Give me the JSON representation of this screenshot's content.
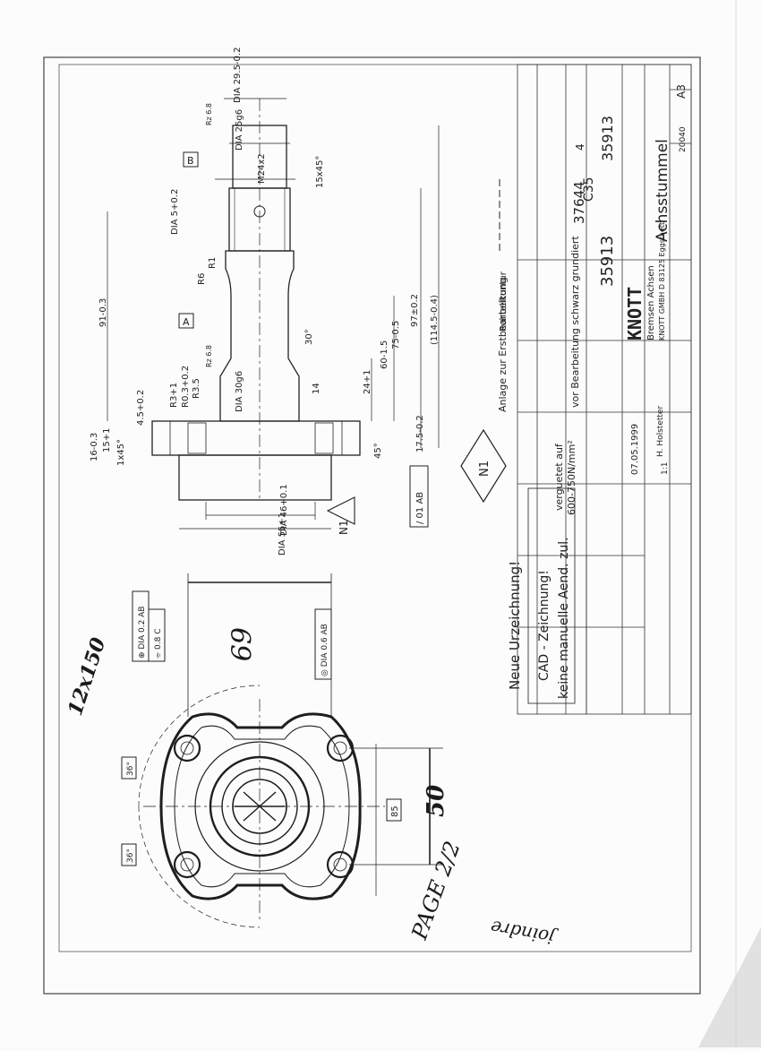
{
  "drawing": {
    "title": "Achsstummel",
    "drawing_number": "37644",
    "revision": "4",
    "part_number": "35913",
    "material": "C35",
    "treatment_line1": "verguetet auf",
    "treatment_line2": "600-750N/mm²",
    "finish": "vor Bearbeitung schwarz grundiert",
    "scale": "1:1",
    "date": "07.05.1999",
    "drawn_by": "H. Holstetter",
    "sheet_format": "A3",
    "ref_number": "20040",
    "company_logo": "KNOTT",
    "company_line1": "Bremsen Achsen",
    "company_line2": "KNOTT GMBH D 83125 Eggstaett",
    "notes": {
      "cad_line1": "CAD - Zeichnung!",
      "cad_line2": "keine manuelle Aend. zul.",
      "new_original": "Neue Urzeichnung!",
      "rough_contour": "Rohteilkontur",
      "first_machining": "Anlage zur Erstbearbeitung"
    },
    "handwritten": {
      "dim_69": "69",
      "dim_50": "50",
      "thread": "12x150",
      "page": "PAGE 2/2",
      "signature": "joindre"
    },
    "datums": {
      "a": "A",
      "b": "B",
      "n1": "N1"
    },
    "dimensions": {
      "dia295": "DIA 29.5-0.2",
      "dia25": "DIA 25g6",
      "m24": "M24x2",
      "chamfer15": "15x45°",
      "dia5": "DIA 5+0.2",
      "r6": "R6",
      "r1": "R1",
      "l91": "91-0.3",
      "l97": "97±0.2",
      "l114": "(114.5-0.4)",
      "l75": "75-0.5",
      "l60": "60-1.5",
      "l24": "24+1",
      "l175": "17.5-0.2",
      "dia30": "DIA 30g6",
      "r3": "R3+1",
      "r03": "R0.3+0.2",
      "r35": "R3.5",
      "l45": "4.5+0.2",
      "l16": "16-0.3",
      "l15": "15+1",
      "c1": "1x45°",
      "dia46": "DIA 46+0.1",
      "dia55": "DIA 55+1",
      "a45": "45°",
      "a30": "30°",
      "a14": "14",
      "a36": "36°",
      "d85": "85",
      "rz": "Rz 6.8"
    },
    "tolerances": {
      "runout": "/ 01 AB",
      "position": "⊕ DIA 0.2 AB",
      "symmetry": "⌯ 0.8 C",
      "concentric": "◎ DIA 0.6 AB"
    }
  }
}
